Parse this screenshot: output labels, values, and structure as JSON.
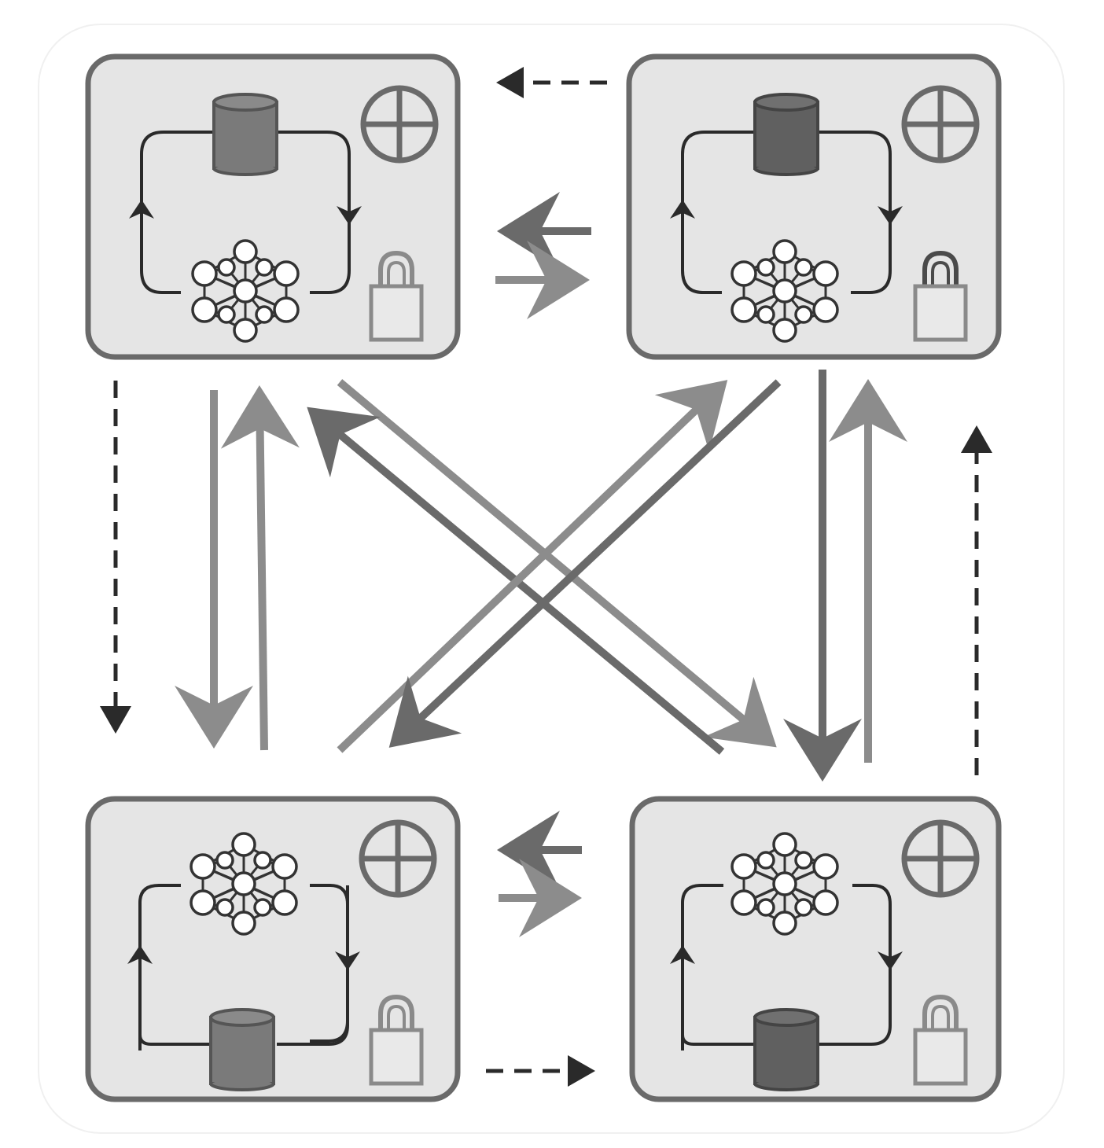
{
  "diagram": {
    "description_free": true,
    "colors": {
      "background": "#ffffff",
      "panel_fill": "#e5e5e5",
      "panel_stroke": "#6a6a6a",
      "cylinder_light": "#7a7a7a",
      "cylinder_dark": "#606060",
      "network_node": "#ffffff",
      "network_stroke": "#333333",
      "loop_stroke": "#2a2a2a",
      "arrow_dark": "#6a6a6a",
      "arrow_light": "#8c8c8c",
      "dashed_arrow": "#2a2a2a",
      "aggregate_icon": "#6a6a6a",
      "lock_icon": "#8a8a8a"
    },
    "nodes": [
      {
        "id": "top-left",
        "icons": [
          "database-icon",
          "neural-network-icon",
          "aggregate-icon",
          "lock-icon"
        ],
        "database_position": "top",
        "cylinder_shade": "light"
      },
      {
        "id": "top-right",
        "icons": [
          "database-icon",
          "neural-network-icon",
          "aggregate-icon",
          "lock-icon"
        ],
        "database_position": "top",
        "cylinder_shade": "dark"
      },
      {
        "id": "bottom-left",
        "icons": [
          "database-icon",
          "neural-network-icon",
          "aggregate-icon",
          "lock-icon"
        ],
        "database_position": "bottom",
        "cylinder_shade": "light"
      },
      {
        "id": "bottom-right",
        "icons": [
          "database-icon",
          "neural-network-icon",
          "aggregate-icon",
          "lock-icon"
        ],
        "database_position": "bottom",
        "cylinder_shade": "dark"
      }
    ],
    "connections": [
      {
        "from": "top-right",
        "to": "top-left",
        "style": "solid",
        "shade": "dark"
      },
      {
        "from": "top-left",
        "to": "top-right",
        "style": "solid",
        "shade": "light"
      },
      {
        "from": "bottom-right",
        "to": "bottom-left",
        "style": "solid",
        "shade": "dark"
      },
      {
        "from": "bottom-left",
        "to": "bottom-right",
        "style": "solid",
        "shade": "light"
      },
      {
        "from": "top-left",
        "to": "bottom-left",
        "style": "solid",
        "shade": "light"
      },
      {
        "from": "bottom-left",
        "to": "top-left",
        "style": "solid",
        "shade": "light"
      },
      {
        "from": "top-right",
        "to": "bottom-right",
        "style": "solid",
        "shade": "dark"
      },
      {
        "from": "bottom-right",
        "to": "top-right",
        "style": "solid",
        "shade": "light"
      },
      {
        "from": "top-left",
        "to": "bottom-right",
        "style": "solid",
        "shade": "light"
      },
      {
        "from": "bottom-right",
        "to": "top-left",
        "style": "solid",
        "shade": "dark"
      },
      {
        "from": "bottom-left",
        "to": "top-right",
        "style": "solid",
        "shade": "light"
      },
      {
        "from": "top-right",
        "to": "bottom-left",
        "style": "solid",
        "shade": "dark"
      },
      {
        "from": "top-right",
        "to": "top-left",
        "style": "dashed",
        "shade": "black"
      },
      {
        "from": "top-left",
        "to": "bottom-left",
        "style": "dashed",
        "shade": "black"
      },
      {
        "from": "bottom-left",
        "to": "bottom-right",
        "style": "dashed",
        "shade": "black"
      },
      {
        "from": "bottom-right",
        "to": "top-right",
        "style": "dashed",
        "shade": "black"
      }
    ]
  }
}
